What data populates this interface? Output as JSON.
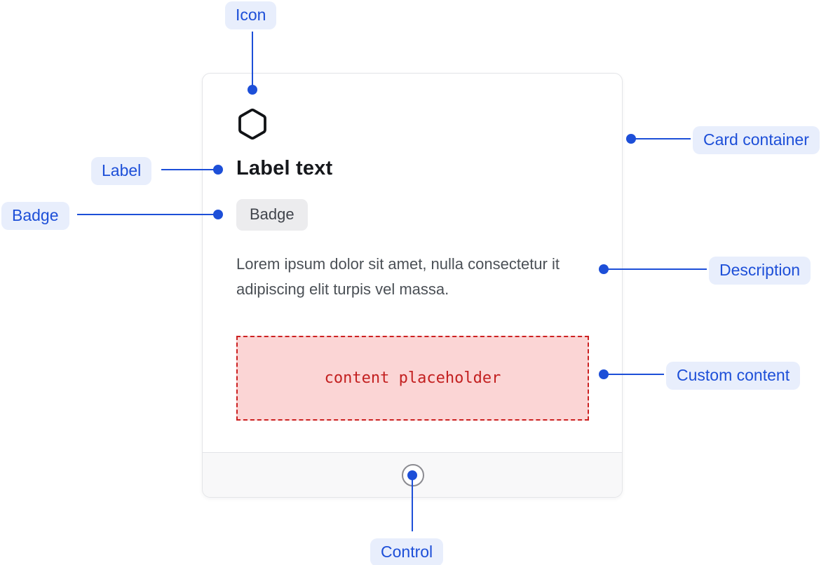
{
  "annotations": {
    "icon_label": "Icon",
    "label_label": "Label",
    "badge_label": "Badge",
    "card_container_label": "Card container",
    "description_label": "Description",
    "custom_content_label": "Custom content",
    "control_label": "Control"
  },
  "card": {
    "icon": "hexagon-icon",
    "label_text": "Label text",
    "badge_text": "Badge",
    "description": "Lorem ipsum dolor sit amet, nulla consectetur it adipiscing elit turpis vel massa.",
    "custom_content_text": "content placeholder"
  },
  "colors": {
    "annotation_blue": "#1d4fd8",
    "annotation_pill_bg": "#e8eefc",
    "card_border": "#e4e5e8",
    "footer_bg": "#f8f8f9",
    "badge_bg": "#ececee",
    "badge_text": "#40444c",
    "description_text": "#4b5056",
    "placeholder_bg": "#fbd5d5",
    "placeholder_red": "#cc2121"
  }
}
